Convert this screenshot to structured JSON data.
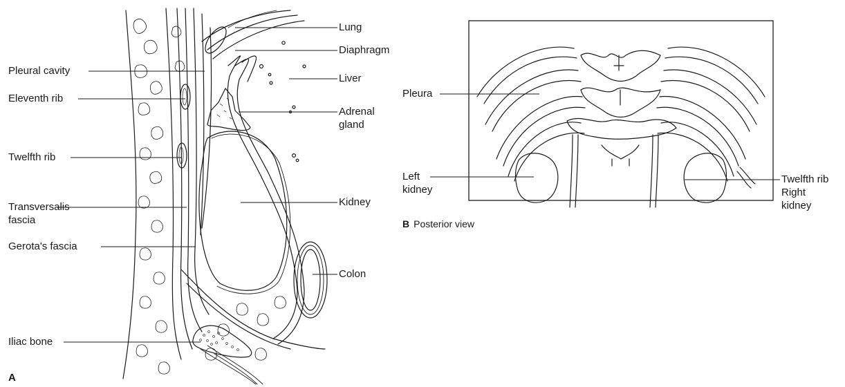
{
  "panel_a": {
    "letter": "A",
    "labels_left": {
      "pleural_cavity": "Pleural cavity",
      "eleventh_rib": "Eleventh rib",
      "twelfth_rib": "Twelfth rib",
      "transversalis_1": "Transversalis",
      "transversalis_2": "fascia",
      "gerotas_fascia": "Gerota's fascia",
      "iliac_bone": "Iliac bone"
    },
    "labels_right": {
      "lung": "Lung",
      "diaphragm": "Diaphragm",
      "liver": "Liver",
      "adrenal_1": "Adrenal",
      "adrenal_2": "gland",
      "kidney": "Kidney",
      "colon": "Colon"
    }
  },
  "panel_b": {
    "letter": "B",
    "caption": "Posterior view",
    "labels": {
      "pleura": "Pleura",
      "left_kidney_1": "Left",
      "left_kidney_2": "kidney",
      "twelfth_rib": "Twelfth rib",
      "right_kidney_1": "Right",
      "right_kidney_2": "kidney"
    }
  },
  "colors": {
    "ink": "#1a1a1a",
    "background": "#ffffff"
  }
}
